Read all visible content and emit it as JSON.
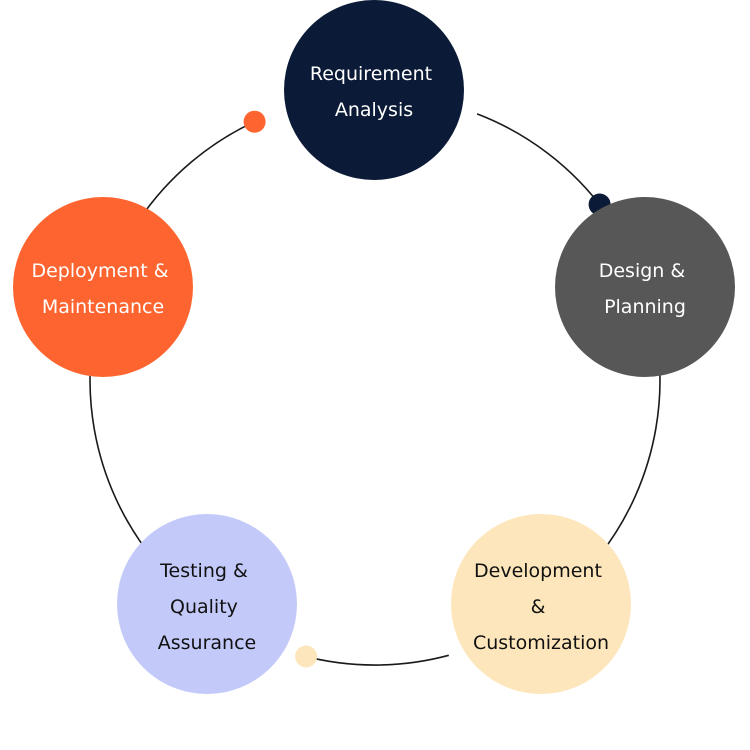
{
  "diagram": {
    "stages": [
      {
        "lines": [
          "Requirement",
          "Analysis"
        ],
        "fill": "#0b1a36",
        "text_color": "#ffffff",
        "dot_color": "#0b1a36"
      },
      {
        "lines": [
          "Design &",
          "Planning"
        ],
        "fill": "#575757",
        "text_color": "#ffffff",
        "dot_color": "#575757"
      },
      {
        "lines": [
          "Development",
          "&",
          "Customization"
        ],
        "fill": "#fde6bb",
        "text_color": "#111111",
        "dot_color": "#fde6bb"
      },
      {
        "lines": [
          "Testing &",
          "Quality",
          "Assurance"
        ],
        "fill": "#c3caf9",
        "text_color": "#111111",
        "dot_color": "#c3caf9"
      },
      {
        "lines": [
          "Deployment &",
          "Maintenance"
        ],
        "fill": "#fe642f",
        "text_color": "#ffffff",
        "dot_color": "#fe642f"
      }
    ],
    "connector_color": "#1a1a1a"
  }
}
